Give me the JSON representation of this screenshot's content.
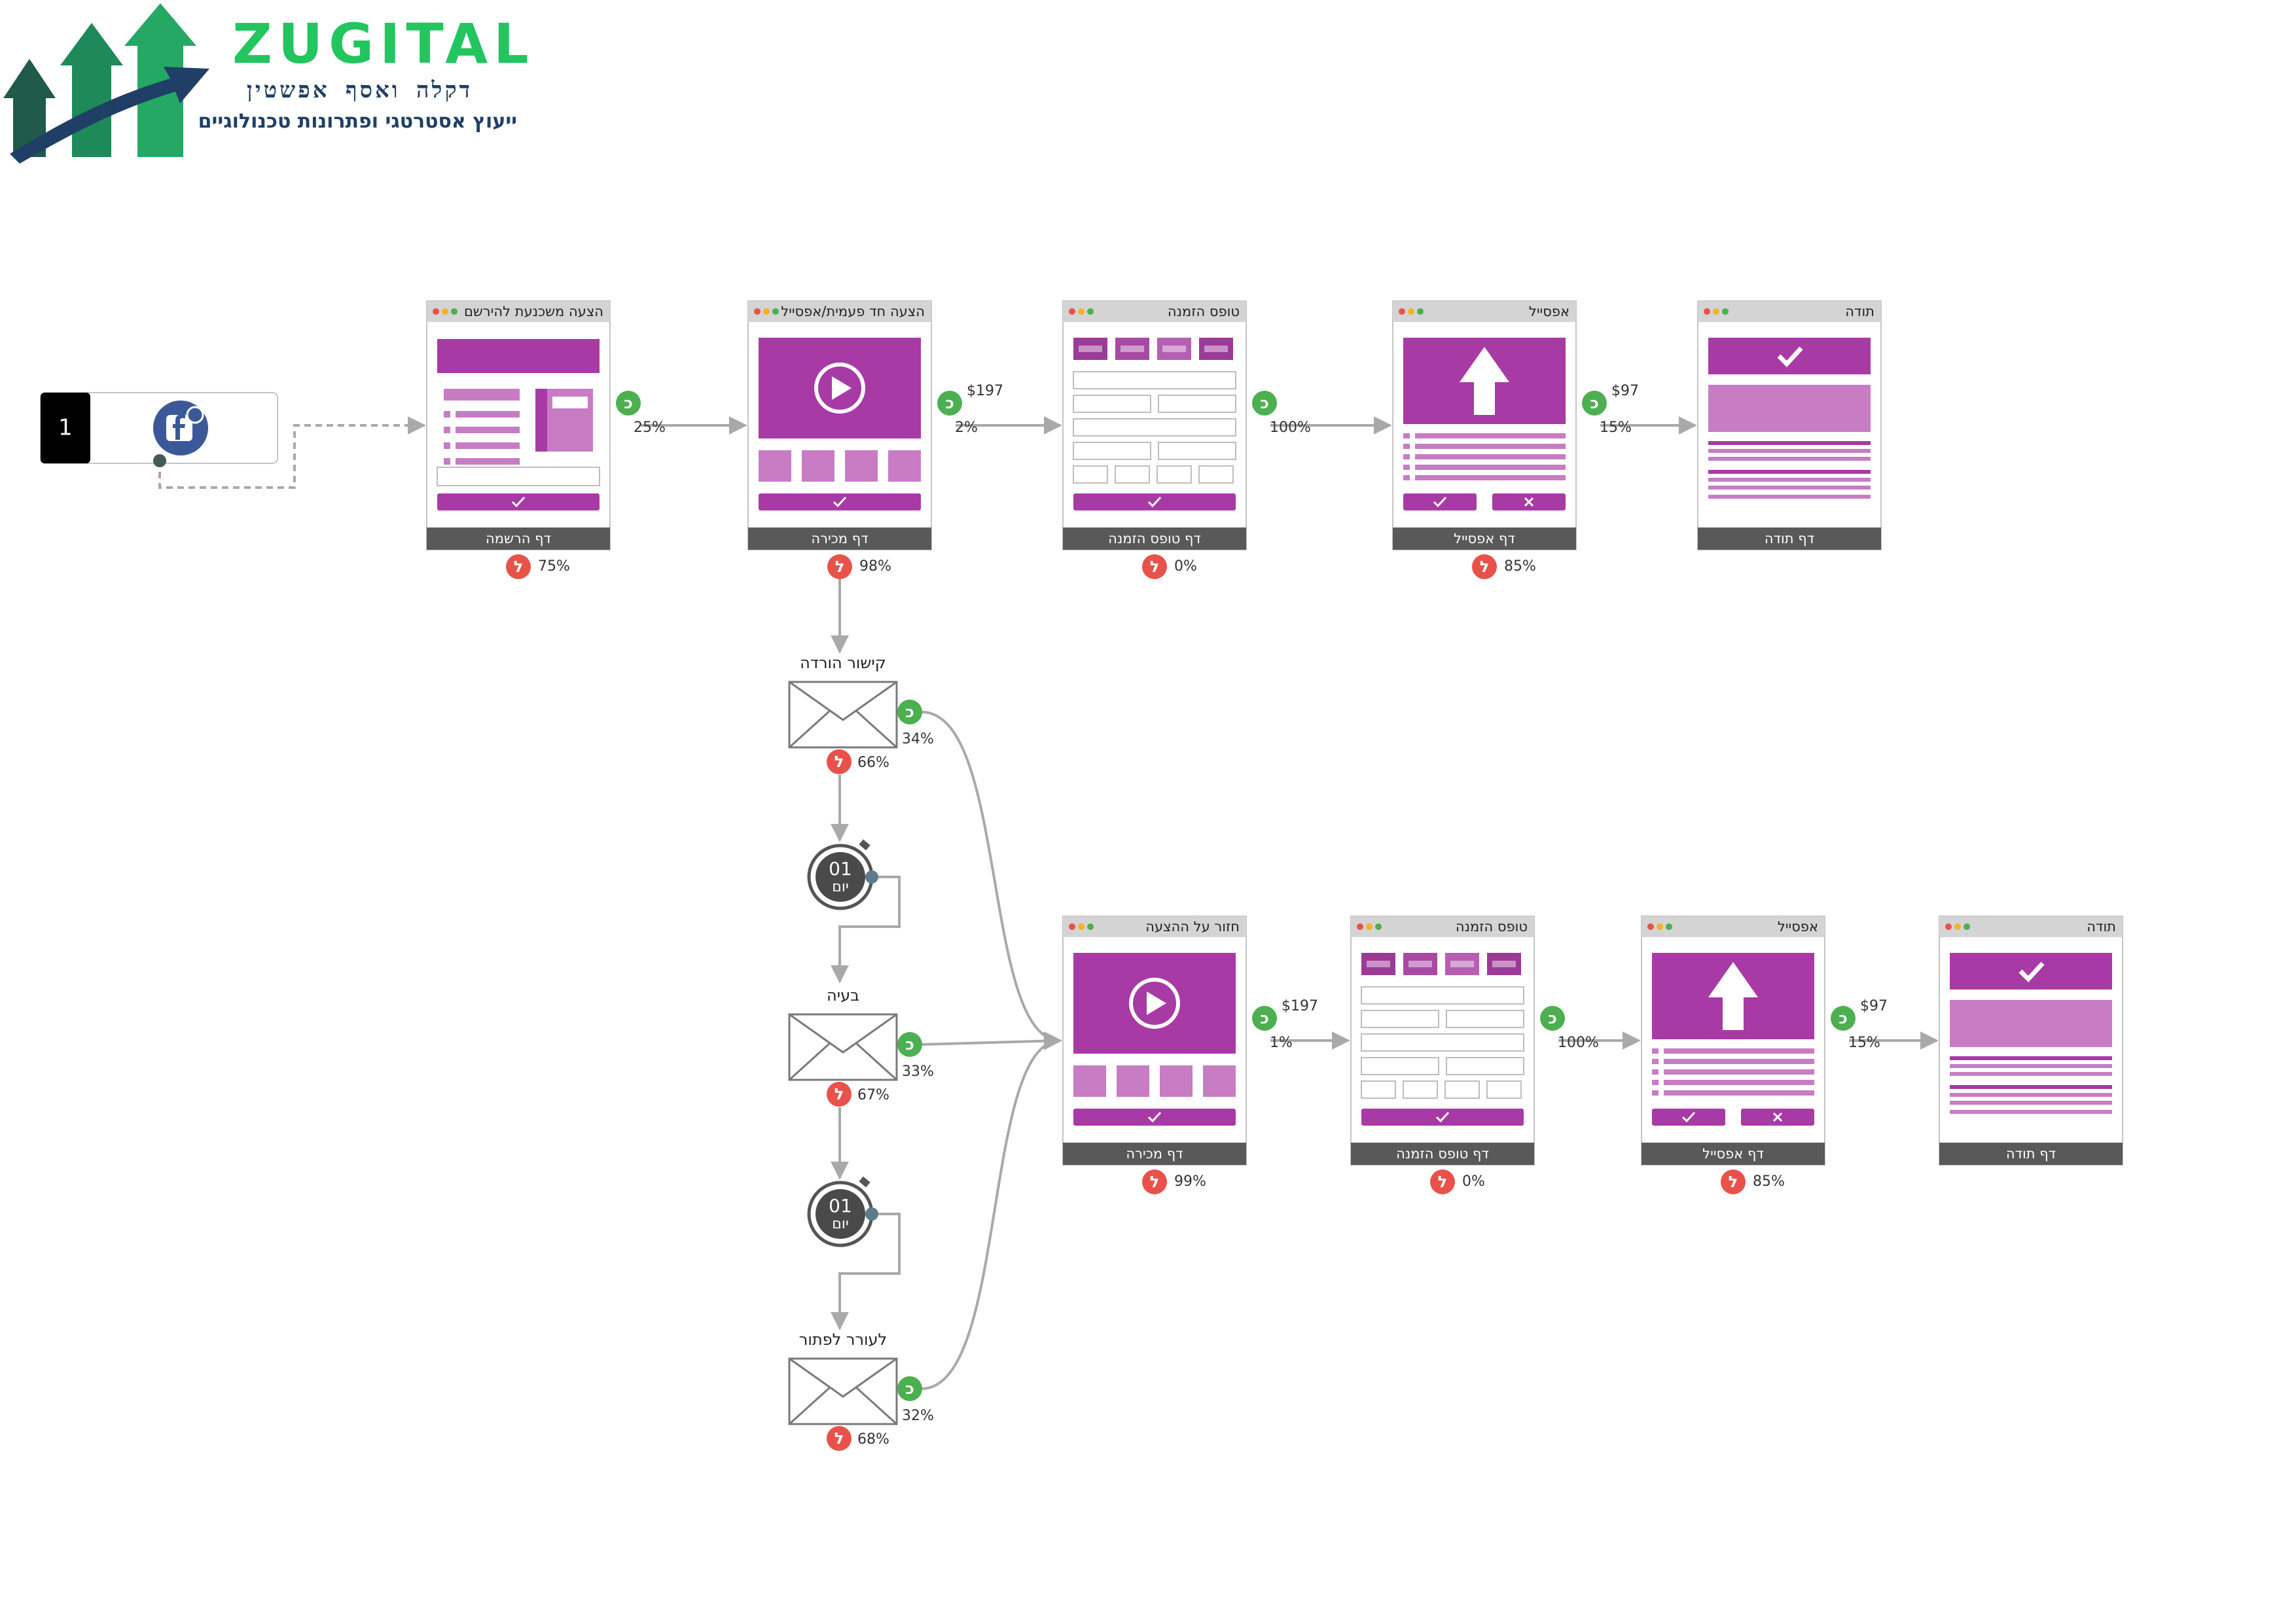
{
  "brand": {
    "name": "ZUGITAL",
    "tagline": "דקלה ואסף אפשטין",
    "subtagline": "ייעוץ אסטרטגי ופתרונות טכנולוגיים"
  },
  "colors": {
    "accent": "#a83aa5",
    "accent_light": "#c77cc4",
    "success": "#4caf50",
    "fail": "#e8524a",
    "connector": "#a9a9a9",
    "frame_header": "#d4d4d4",
    "frame_footer": "#595959"
  },
  "source": {
    "number": "1",
    "icon": "facebook-ads-icon"
  },
  "badges": {
    "yes": "כ",
    "no": "ל"
  },
  "pages": [
    {
      "title": "הצעה משכנעת להירשם",
      "type": "optin",
      "footer": "דף הרשמה",
      "yes_pct": "25%",
      "no_pct": "75%",
      "price": ""
    },
    {
      "title": "הצעה חד פעמית/אפסייל",
      "type": "sales",
      "footer": "דף מכירה",
      "yes_pct": "2%",
      "no_pct": "98%",
      "price": "$197"
    },
    {
      "title": "טופס הזמנה",
      "type": "order",
      "footer": "דף טופס הזמנה",
      "yes_pct": "100%",
      "no_pct": "0%",
      "price": ""
    },
    {
      "title": "אפסייל",
      "type": "upsell",
      "footer": "דף אפסייל",
      "yes_pct": "15%",
      "no_pct": "85%",
      "price": "$97"
    },
    {
      "title": "תודה",
      "type": "thanks",
      "footer": "דף תודה",
      "yes_pct": "",
      "no_pct": "",
      "price": ""
    },
    {
      "title": "חזור על ההצעה",
      "type": "sales",
      "footer": "דף מכירה",
      "yes_pct": "1%",
      "no_pct": "99%",
      "price": "$197"
    },
    {
      "title": "טופס הזמנה",
      "type": "order",
      "footer": "דף טופס הזמנה",
      "yes_pct": "100%",
      "no_pct": "0%",
      "price": ""
    },
    {
      "title": "אפסייל",
      "type": "upsell",
      "footer": "דף אפסייל",
      "yes_pct": "15%",
      "no_pct": "85%",
      "price": "$97"
    },
    {
      "title": "תודה",
      "type": "thanks",
      "footer": "דף תודה",
      "yes_pct": "",
      "no_pct": "",
      "price": ""
    }
  ],
  "emails": [
    {
      "title": "קישור הורדה",
      "yes_pct": "34%",
      "no_pct": "66%"
    },
    {
      "title": "בעיה",
      "yes_pct": "33%",
      "no_pct": "67%"
    },
    {
      "title": "לעורר לפתור",
      "yes_pct": "32%",
      "no_pct": "68%"
    }
  ],
  "timers": [
    {
      "value": "01",
      "unit": "יום"
    },
    {
      "value": "01",
      "unit": "יום"
    }
  ]
}
